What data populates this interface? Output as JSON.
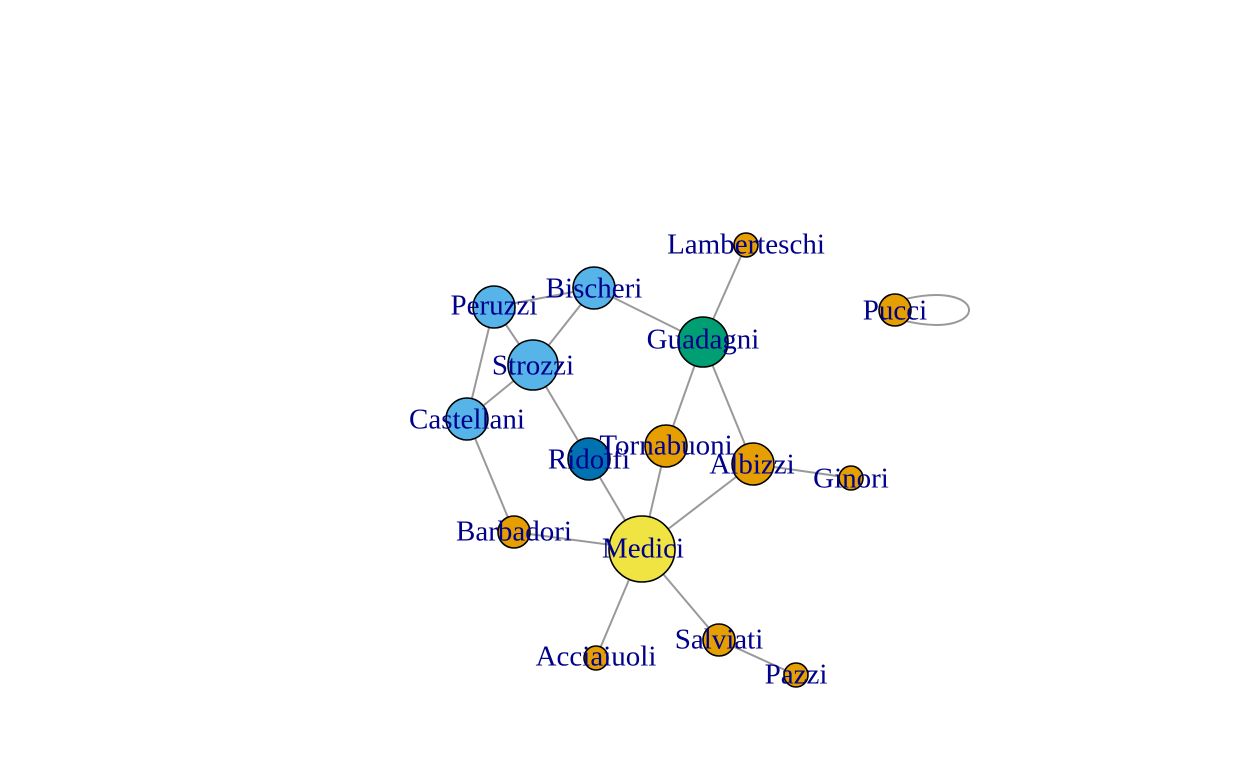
{
  "colors": {
    "edge": "#999999",
    "label": "#00008b",
    "node_stroke": "#000000"
  },
  "nodes": [
    {
      "id": "Acciaiuoli",
      "label": "Acciaiuoli",
      "color": "#E69F00"
    },
    {
      "id": "Albizzi",
      "label": "Albizzi",
      "color": "#E69F00"
    },
    {
      "id": "Barbadori",
      "label": "Barbadori",
      "color": "#E69F00"
    },
    {
      "id": "Bischeri",
      "label": "Bischeri",
      "color": "#56B4E9"
    },
    {
      "id": "Castellani",
      "label": "Castellani",
      "color": "#56B4E9"
    },
    {
      "id": "Ginori",
      "label": "Ginori",
      "color": "#E69F00"
    },
    {
      "id": "Guadagni",
      "label": "Guadagni",
      "color": "#009E73"
    },
    {
      "id": "Lamberteschi",
      "label": "Lamberteschi",
      "color": "#E69F00"
    },
    {
      "id": "Medici",
      "label": "Medici",
      "color": "#F0E442"
    },
    {
      "id": "Pazzi",
      "label": "Pazzi",
      "color": "#E69F00"
    },
    {
      "id": "Peruzzi",
      "label": "Peruzzi",
      "color": "#56B4E9"
    },
    {
      "id": "Pucci",
      "label": "Pucci",
      "color": "#E69F00"
    },
    {
      "id": "Ridolfi",
      "label": "Ridolfi",
      "color": "#0072B2"
    },
    {
      "id": "Salviati",
      "label": "Salviati",
      "color": "#E69F00"
    },
    {
      "id": "Strozzi",
      "label": "Strozzi",
      "color": "#56B4E9"
    },
    {
      "id": "Tornabuoni",
      "label": "Tornabuoni",
      "color": "#E69F00"
    }
  ],
  "edges": [
    [
      "Acciaiuoli",
      "Medici"
    ],
    [
      "Albizzi",
      "Ginori"
    ],
    [
      "Albizzi",
      "Guadagni"
    ],
    [
      "Albizzi",
      "Medici"
    ],
    [
      "Barbadori",
      "Castellani"
    ],
    [
      "Barbadori",
      "Medici"
    ],
    [
      "Bischeri",
      "Guadagni"
    ],
    [
      "Bischeri",
      "Peruzzi"
    ],
    [
      "Bischeri",
      "Strozzi"
    ],
    [
      "Castellani",
      "Peruzzi"
    ],
    [
      "Castellani",
      "Strozzi"
    ],
    [
      "Guadagni",
      "Lamberteschi"
    ],
    [
      "Guadagni",
      "Tornabuoni"
    ],
    [
      "Medici",
      "Ridolfi"
    ],
    [
      "Medici",
      "Salviati"
    ],
    [
      "Medici",
      "Tornabuoni"
    ],
    [
      "Pazzi",
      "Salviati"
    ],
    [
      "Peruzzi",
      "Strozzi"
    ],
    [
      "Ridolfi",
      "Strozzi"
    ],
    [
      "Pucci",
      "Pucci"
    ]
  ]
}
